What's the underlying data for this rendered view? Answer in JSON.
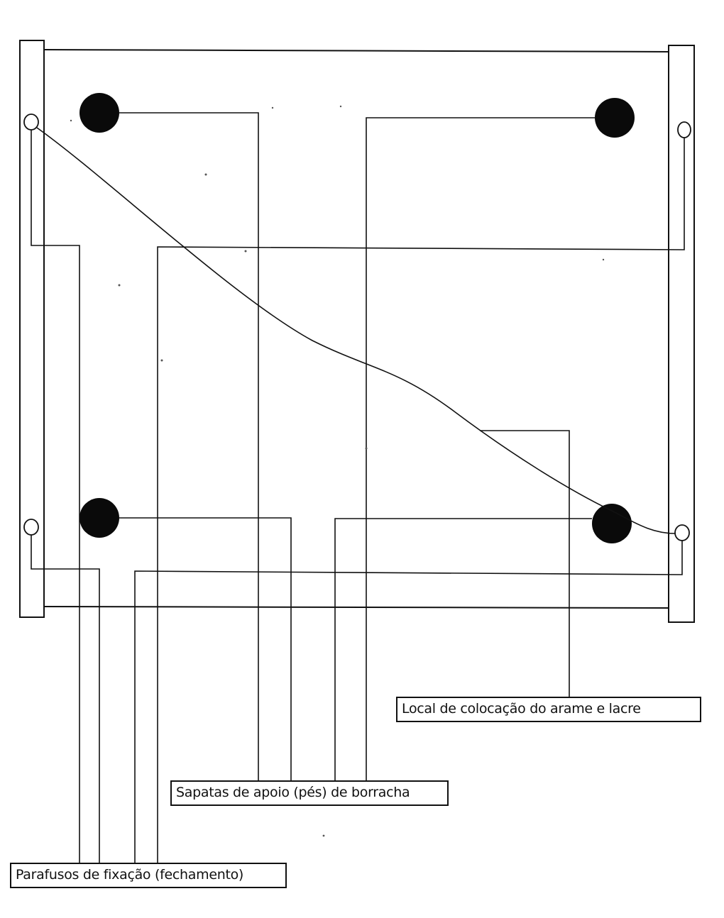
{
  "labels": {
    "seal_location": "Local de colocação do arame e lacre",
    "rubber_feet": "Sapatas de apoio (pés) de borracha",
    "fixing_screws": "Parafusos de fixação (fechamento)"
  },
  "colors": {
    "ink": "#111111",
    "paper": "#ffffff"
  }
}
